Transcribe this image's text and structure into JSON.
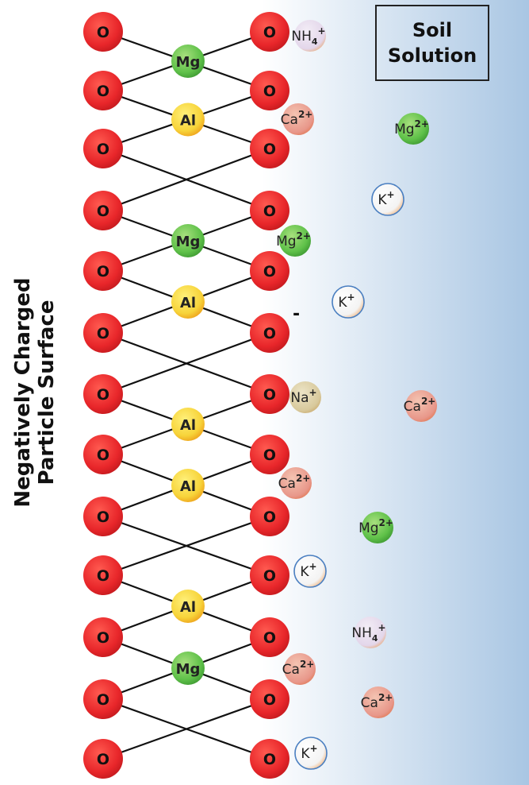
{
  "labels": {
    "surface_line1": "Negatively Charged",
    "surface_line2": "Particle Surface",
    "solution_line1": "Soil",
    "solution_line2": "Solution",
    "charge_minus": "-"
  },
  "colors": {
    "oxygen": "#e8262a",
    "magnesium": "#5fc149",
    "aluminum": "#f7d43a",
    "gradient_light": "#ffffff",
    "gradient_dark": "#a9c6e3"
  },
  "oxygen_label": "O",
  "oxygen_rows": 13,
  "center_atoms": [
    {
      "row": 0,
      "label": "Mg",
      "type": "mg"
    },
    {
      "row": 1,
      "label": "Al",
      "type": "al"
    },
    {
      "row": 3,
      "label": "Mg",
      "type": "mg"
    },
    {
      "row": 4,
      "label": "Al",
      "type": "al"
    },
    {
      "row": 6,
      "label": "Al",
      "type": "al"
    },
    {
      "row": 7,
      "label": "Al",
      "type": "al"
    },
    {
      "row": 9,
      "label": "Al",
      "type": "al"
    },
    {
      "row": 10,
      "label": "Mg",
      "type": "mg"
    }
  ],
  "ions": [
    {
      "base": "NH",
      "sub": "4",
      "sup": "+",
      "type": "nh4"
    },
    {
      "base": "Ca",
      "sub": "",
      "sup": "2+",
      "type": "ca"
    },
    {
      "base": "Mg",
      "sub": "",
      "sup": "2+",
      "type": "mg"
    },
    {
      "base": "K",
      "sub": "",
      "sup": "+",
      "type": "k"
    },
    {
      "base": "Mg",
      "sub": "",
      "sup": "2+",
      "type": "mg"
    },
    {
      "base": "K",
      "sub": "",
      "sup": "+",
      "type": "k"
    },
    {
      "base": "Na",
      "sub": "",
      "sup": "+",
      "type": "na"
    },
    {
      "base": "Ca",
      "sub": "",
      "sup": "2+",
      "type": "ca"
    },
    {
      "base": "Ca",
      "sub": "",
      "sup": "2+",
      "type": "ca"
    },
    {
      "base": "Mg",
      "sub": "",
      "sup": "2+",
      "type": "mg"
    },
    {
      "base": "K",
      "sub": "",
      "sup": "+",
      "type": "k"
    },
    {
      "base": "NH",
      "sub": "4",
      "sup": "+",
      "type": "nh4"
    },
    {
      "base": "Ca",
      "sub": "",
      "sup": "2+",
      "type": "ca"
    },
    {
      "base": "Ca",
      "sub": "",
      "sup": "2+",
      "type": "ca"
    },
    {
      "base": "K",
      "sub": "",
      "sup": "+",
      "type": "k"
    }
  ]
}
